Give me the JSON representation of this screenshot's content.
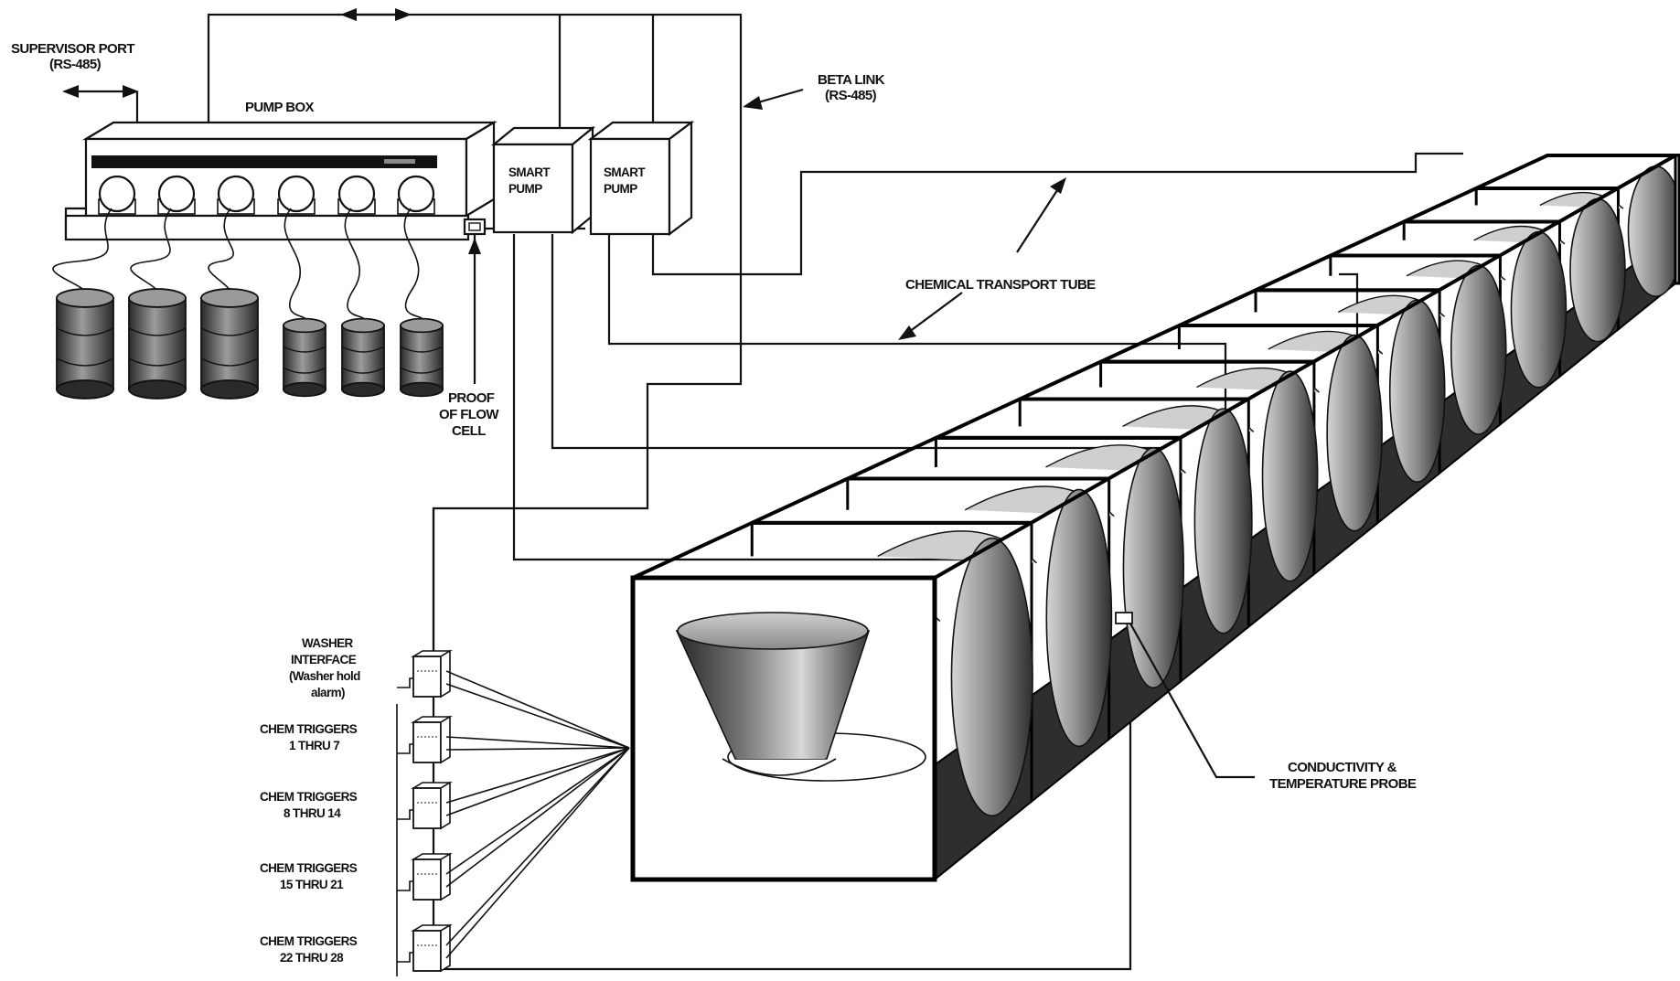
{
  "labels": {
    "supervisor_port": [
      "SUPERVISOR  PORT",
      "(RS-485)"
    ],
    "pump_box": "PUMP BOX",
    "beta_link": [
      "BETA LINK",
      "(RS-485)"
    ],
    "smart_pump_1": [
      "SMART",
      "PUMP"
    ],
    "smart_pump_2": [
      "SMART",
      "PUMP"
    ],
    "chemical_transport_tube": "CHEMICAL TRANSPORT TUBE",
    "proof_of_flow_cell": [
      "PROOF",
      "OF FLOW",
      "CELL"
    ],
    "washer_interface": [
      "WASHER",
      "INTERFACE",
      "(Washer hold",
      "alarm)"
    ],
    "chem_triggers_1": [
      "CHEM TRIGGERS",
      "1 THRU 7"
    ],
    "chem_triggers_2": [
      "CHEM TRIGGERS",
      "8 THRU 14"
    ],
    "chem_triggers_3": [
      "CHEM TRIGGERS",
      "15 THRU 21"
    ],
    "chem_triggers_4": [
      "CHEM TRIGGERS",
      "22 THRU 28"
    ],
    "conductivity_probe": [
      "CONDUCTIVITY  &",
      "TEMPERATURE PROBE"
    ]
  },
  "colors": {
    "ink": "#111111",
    "drum_dark": "#3a3a3a",
    "drum_light": "#9a9a9a",
    "tunnel_shadow": "#2e2e2e",
    "drum_shade": "#6a6a6a",
    "background": "#ffffff"
  },
  "counts": {
    "pump_heads": 6,
    "chemical_drums": 6,
    "tunnel_modules": 12,
    "trigger_boxes": 5
  }
}
